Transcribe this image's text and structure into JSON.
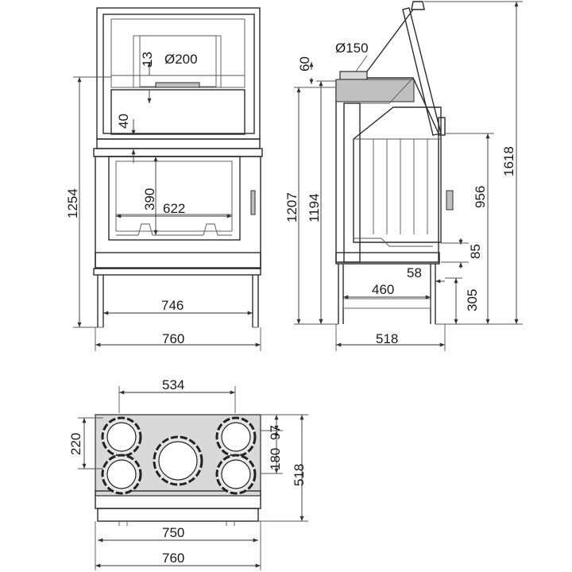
{
  "front_view": {
    "dims": {
      "flue_diameter": "Ø200",
      "top_offset": "13",
      "lintel": "40",
      "opening_height": "390",
      "opening_width": "622",
      "total_height": "1254",
      "leg_span": "746",
      "total_width": "760"
    }
  },
  "side_view": {
    "dims": {
      "flue_diameter": "Ø150",
      "flue_offset": "60",
      "height_1207": "1207",
      "height_1194": "1194",
      "height_956": "956",
      "total_height": "1618",
      "hearth": "85",
      "leg_setback": "58",
      "leg_depth": "460",
      "leg_height": "305",
      "total_depth": "518"
    }
  },
  "top_view": {
    "dims": {
      "outlet_spacing": "534",
      "outlet_depth": "220",
      "offset_97": "97",
      "offset_180": "180",
      "total_depth": "518",
      "base_width": "750",
      "total_width": "760"
    }
  }
}
